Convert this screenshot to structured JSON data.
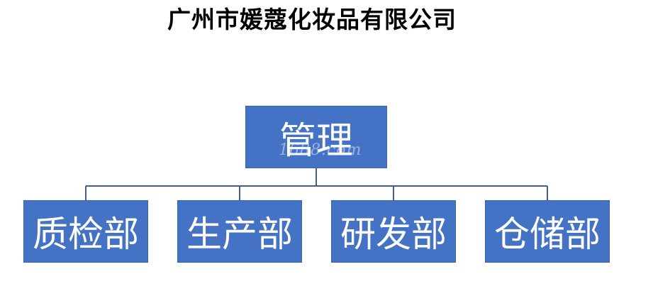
{
  "title": "广州市媛蔻化妆品有限公司",
  "root": {
    "label": "管理"
  },
  "departments": [
    {
      "label": "质检部"
    },
    {
      "label": "生产部"
    },
    {
      "label": "研发部"
    },
    {
      "label": "仓储部"
    }
  ],
  "watermark": "1688.com",
  "colors": {
    "box_fill": "#4472c4",
    "connector": "#3f5f8f",
    "text": "#ffffff"
  }
}
